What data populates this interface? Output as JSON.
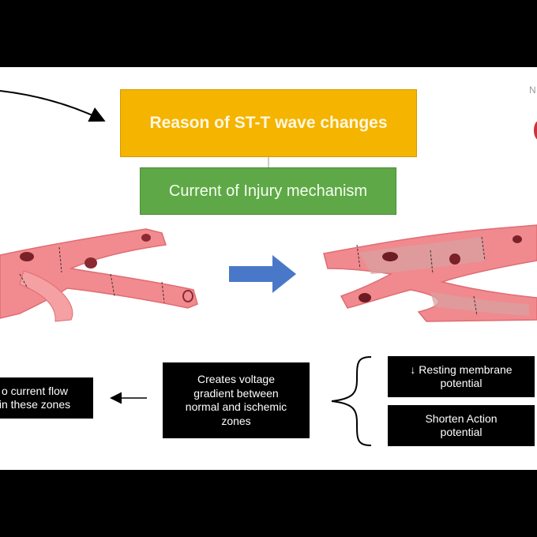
{
  "title": "Reason of ST-T wave changes",
  "mechanism": "Current of Injury mechanism",
  "boxes": {
    "left_line1": "o current flow",
    "left_line2": "in these zones",
    "mid_line1": "Creates voltage",
    "mid_line2": "gradient between",
    "mid_line3": "normal and ischemic",
    "mid_line4": "zones",
    "right1_line1": "↓ Resting membrane",
    "right1_line2": "potential",
    "right2_line1": "Shorten Action",
    "right2_line2": "potential"
  },
  "corner_text": "N",
  "colors": {
    "title_bg": "#f4b400",
    "mechanism_bg": "#5fa847",
    "arrow_blue": "#4a78c8",
    "cell_pink": "#f08a8e",
    "cell_ischemic": "#d9a0a0"
  }
}
